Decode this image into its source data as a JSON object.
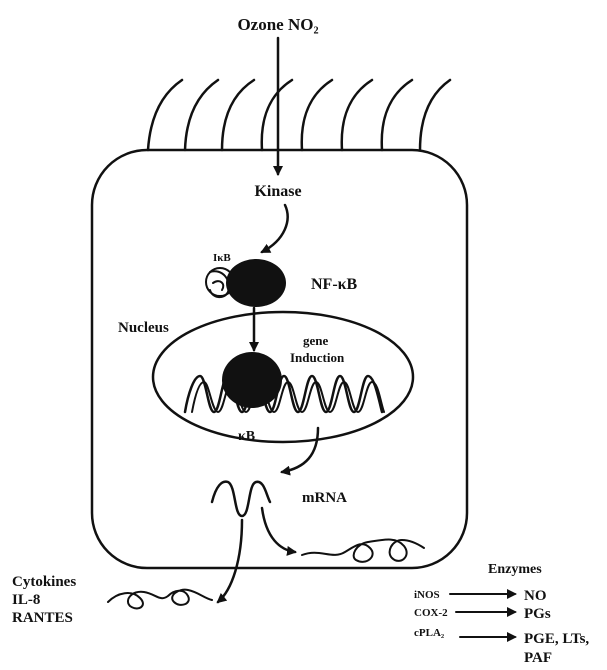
{
  "labels": {
    "stimulus": "Ozone NO₂",
    "kinase": "Kinase",
    "ikb": "IκB",
    "nfkb": "NF-κB",
    "nucleus": "Nucleus",
    "gene_induction_1": "gene",
    "gene_induction_2": "Induction",
    "kb_site": "κB",
    "mrna": "mRNA",
    "cytokines_title": "Cytokines",
    "cytokine_1": "IL-8",
    "cytokine_2": "RANTES",
    "enzymes_title": "Enzymes",
    "enzyme_1": "iNOS",
    "enzyme_2": "COX-2",
    "enzyme_3": "cPLA₂",
    "product_1": "NO",
    "product_2": "PGs",
    "product_3": "PGE, LTs,",
    "product_3b": "PAF"
  }
}
